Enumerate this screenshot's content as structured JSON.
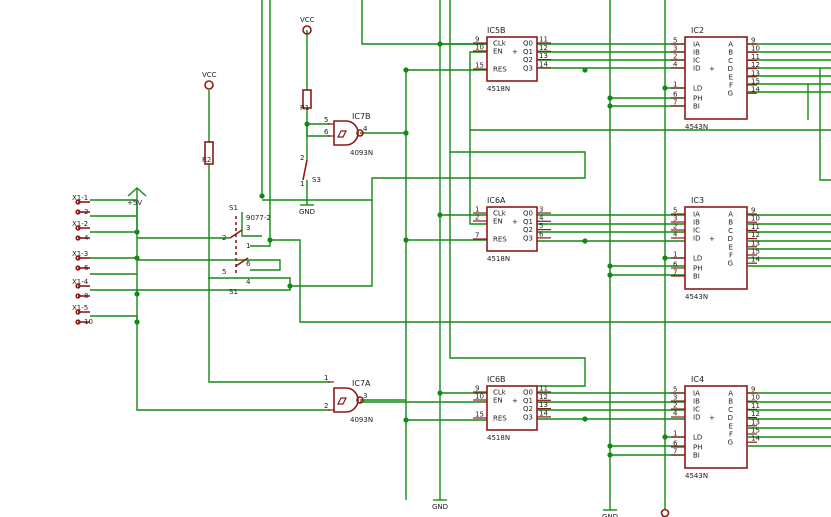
{
  "parts": {
    "ic5b": {
      "name": "IC5B",
      "type": "4518N",
      "left_pins": [
        "CLk",
        "EN",
        "RES"
      ],
      "left_nums": [
        "9",
        "10",
        "15"
      ],
      "right_pins": [
        "Q0",
        "Q1",
        "Q2",
        "Q3"
      ],
      "right_nums": [
        "11",
        "12",
        "13",
        "14"
      ]
    },
    "ic6a": {
      "name": "IC6A",
      "type": "4518N",
      "left_pins": [
        "CLk",
        "EN",
        "RES"
      ],
      "left_nums": [
        "1",
        "2",
        "7"
      ],
      "right_pins": [
        "Q0",
        "Q1",
        "Q2",
        "Q3"
      ],
      "right_nums": [
        "3",
        "4",
        "5",
        "6"
      ]
    },
    "ic6b": {
      "name": "IC6B",
      "type": "4518N",
      "left_pins": [
        "CLk",
        "EN",
        "RES"
      ],
      "left_nums": [
        "9",
        "10",
        "15"
      ],
      "right_pins": [
        "Q0",
        "Q1",
        "Q2",
        "Q3"
      ],
      "right_nums": [
        "11",
        "12",
        "13",
        "14"
      ]
    },
    "ic2": {
      "name": "IC2",
      "type": "4543N",
      "left_pins": [
        "IA",
        "IB",
        "IC",
        "ID",
        "LD",
        "PH",
        "BI"
      ],
      "left_nums": [
        "5",
        "3",
        "2",
        "4",
        "1",
        "6",
        "7"
      ],
      "right_pins": [
        "A",
        "B",
        "C",
        "D",
        "E",
        "F",
        "G"
      ],
      "right_nums": [
        "9",
        "10",
        "11",
        "12",
        "13",
        "15",
        "14"
      ]
    },
    "ic3": {
      "name": "IC3",
      "type": "4543N",
      "left_pins": [
        "IA",
        "IB",
        "IC",
        "ID",
        "LD",
        "PH",
        "BI"
      ],
      "left_nums": [
        "5",
        "3",
        "2",
        "4",
        "1",
        "6",
        "7"
      ],
      "right_pins": [
        "A",
        "B",
        "C",
        "D",
        "E",
        "F",
        "G"
      ],
      "right_nums": [
        "9",
        "10",
        "11",
        "12",
        "13",
        "15",
        "14"
      ]
    },
    "ic4": {
      "name": "IC4",
      "type": "4543N",
      "left_pins": [
        "IA",
        "IB",
        "IC",
        "ID",
        "LD",
        "PH",
        "BI"
      ],
      "left_nums": [
        "5",
        "3",
        "2",
        "4",
        "1",
        "6",
        "7"
      ],
      "right_pins": [
        "A",
        "B",
        "C",
        "D",
        "E",
        "F",
        "G"
      ],
      "right_nums": [
        "9",
        "10",
        "11",
        "12",
        "13",
        "15",
        "14"
      ]
    },
    "ic7b": {
      "name": "IC7B",
      "type": "4093N",
      "in_nums": [
        "5",
        "6"
      ],
      "out_num": "4"
    },
    "ic7a": {
      "name": "IC7A",
      "type": "4093N",
      "in_nums": [
        "1",
        "2"
      ],
      "out_num": "3"
    },
    "r1": {
      "name": "R1"
    },
    "r2": {
      "name": "R2"
    },
    "s3": {
      "name": "S3",
      "pin_a": "1",
      "pin_b": "2"
    },
    "s1": {
      "name": "S1",
      "type": "9077-2",
      "pins_top": [
        "2",
        "3",
        "1"
      ],
      "pins_bot": [
        "5",
        "6",
        "4"
      ]
    },
    "x1": {
      "labels": [
        "X1-1",
        "X1-2",
        "X1-3",
        "X1-4",
        "X1-5"
      ],
      "pins": [
        "2",
        "4",
        "6",
        "8",
        "10"
      ]
    }
  },
  "supply": {
    "vcc": "VCC",
    "gnd": "GND",
    "plus5v": "+5V"
  },
  "colors": {
    "part": "#8b1a1a",
    "wire": "#138a13"
  }
}
